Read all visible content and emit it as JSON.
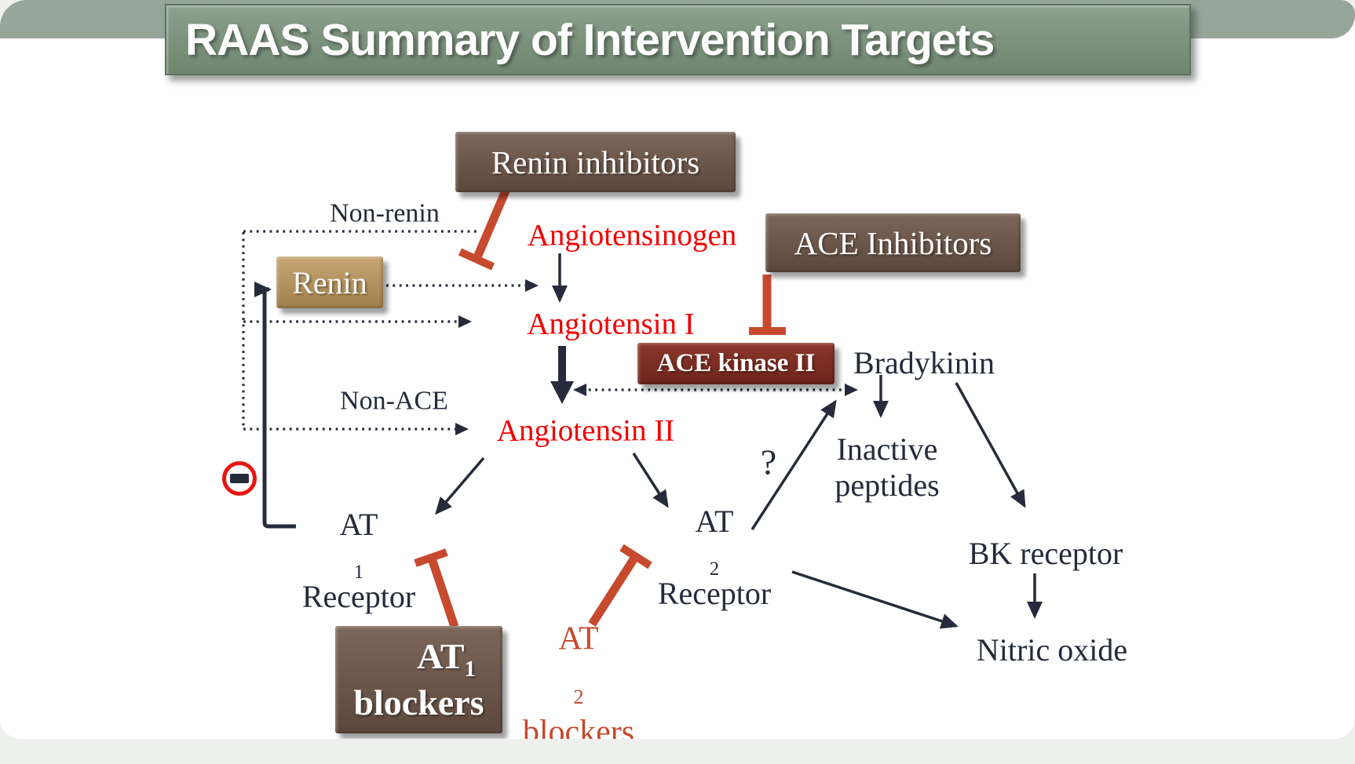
{
  "title": {
    "text": "RAAS Summary of Intervention Targets"
  },
  "boxes": {
    "renin_inhibitors": "Renin inhibitors",
    "ace_inhibitors": "ACE Inhibitors",
    "renin": "Renin",
    "ace_kinase": "ACE kinase II",
    "at1_blockers": {
      "base": "AT",
      "sub": "1",
      "line2": "blockers"
    }
  },
  "labels": {
    "non_renin": "Non-renin",
    "angiotensinogen": "Angiotensinogen",
    "angiotensin_i": "Angiotensin I",
    "angiotensin_ii": "Angiotensin II",
    "non_ace": "Non-ACE",
    "bradykinin": "Bradykinin",
    "inactive_line1": "Inactive",
    "inactive_line2": "peptides",
    "at1_receptor": {
      "base": "AT",
      "sub": "1",
      "line2": "Receptor"
    },
    "at2_receptor": {
      "base": "AT",
      "sub": "2",
      "line2": "Receptor"
    },
    "at2_blockers": {
      "base": "AT",
      "sub": "2",
      "line2": "blockers"
    },
    "question": "?",
    "bk_receptor": "BK receptor",
    "nitric_oxide": "Nitric oxide"
  },
  "icons": {
    "minus": "inhibition-negative-feedback"
  },
  "colors": {
    "ink": "#252b3b",
    "label_red": "#f20000",
    "accent_red": "#c64a2e",
    "title_bar": "#96a698",
    "title_box": "#7b917c",
    "box_brown": "#6d564a",
    "box_tan": "#b4925c",
    "box_maroon": "#7c2d24"
  }
}
